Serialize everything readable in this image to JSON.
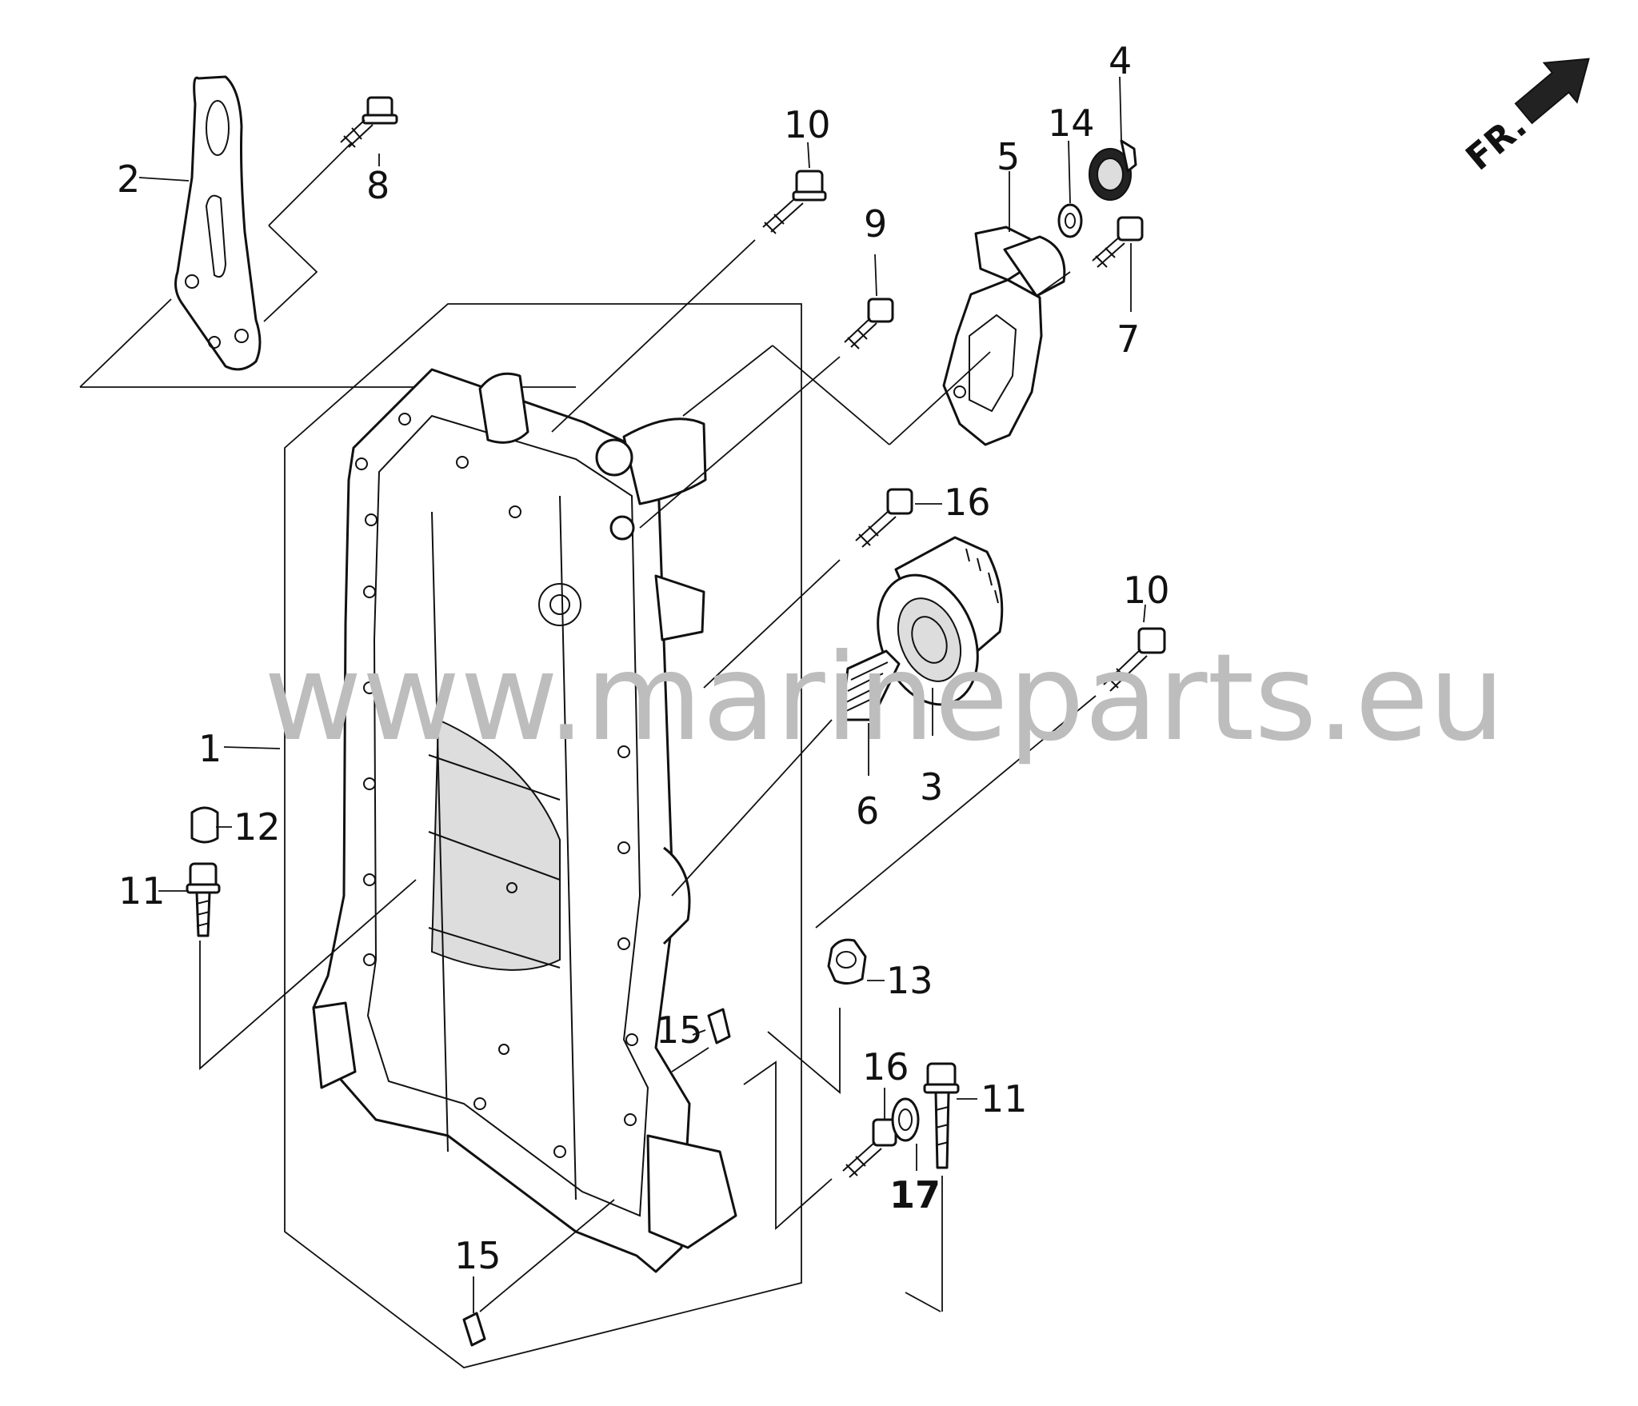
{
  "watermark": "www.marineparts.eu",
  "direction_label": "FR.",
  "callouts": {
    "c1": "1",
    "c2": "2",
    "c3": "3",
    "c4": "4",
    "c5": "5",
    "c6": "6",
    "c7": "7",
    "c8": "8",
    "c9": "9",
    "c10a": "10",
    "c10b": "10",
    "c11a": "11",
    "c11b": "11",
    "c12": "12",
    "c13": "13",
    "c14": "14",
    "c15a": "15",
    "c15b": "15",
    "c16a": "16",
    "c16b": "16",
    "c17": "17"
  },
  "colors": {
    "line": "#111111",
    "watermark": "#bdbdbd",
    "background": "#ffffff"
  }
}
